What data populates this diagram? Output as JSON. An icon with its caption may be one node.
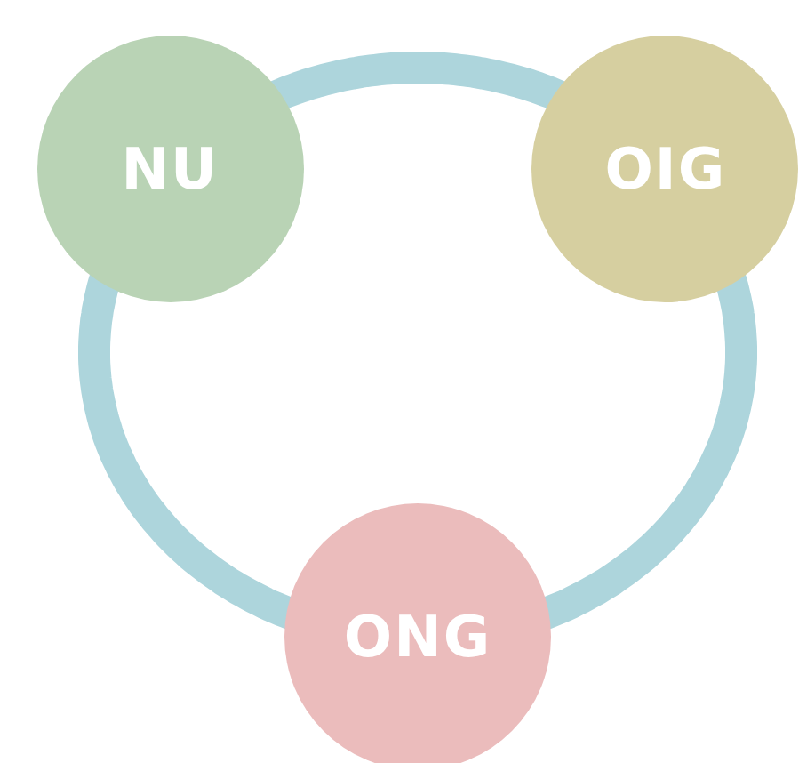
{
  "diagram": {
    "nodes": [
      {
        "text": [
          "NU"
        ]
      },
      {
        "text": [
          "OIG"
        ]
      },
      {
        "text": [
          "ONG"
        ]
      }
    ],
    "edges": [
      {
        "from": 0,
        "to": 1,
        "arrow": "none"
      },
      {
        "from": 1,
        "to": 2,
        "arrow": "none"
      },
      {
        "from": 2,
        "to": 0,
        "arrow": "none"
      }
    ]
  }
}
